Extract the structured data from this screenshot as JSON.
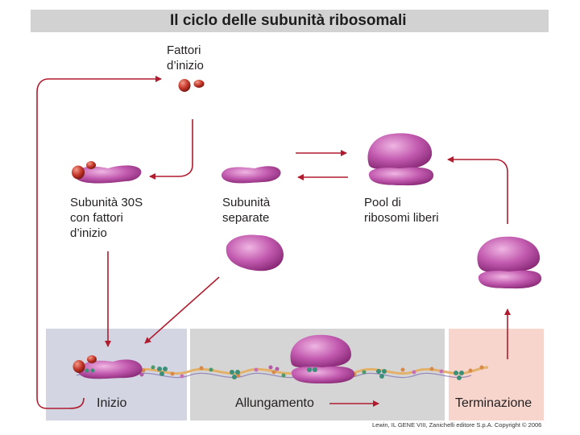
{
  "title": "Il ciclo delle subunità ribosomali",
  "labels": {
    "initiation_factors": [
      "Fattori",
      "d’inizio"
    ],
    "subunit_30s": [
      "Subunità 30S",
      "con fattori",
      "d’inizio"
    ],
    "separate_subunits": [
      "Subunità",
      "separate"
    ],
    "free_ribosome_pool": [
      "Pool di",
      "ribosomi liberi"
    ]
  },
  "stages": {
    "initiation": "Inizio",
    "elongation": "Allungamento",
    "termination": "Terminazione"
  },
  "credit": "Lewin, IL GENE VIII, Zanichelli editore S.p.A. Copyright © 2006",
  "colors": {
    "arrow": "#b01c2e",
    "subunit": "#b0469a",
    "factor": "#c0392b",
    "initiation_bg": "#d3d5e2",
    "elongation_bg": "#d5d5d5",
    "termination_bg": "#f7d5cc",
    "mrna": "#e3b16a"
  }
}
